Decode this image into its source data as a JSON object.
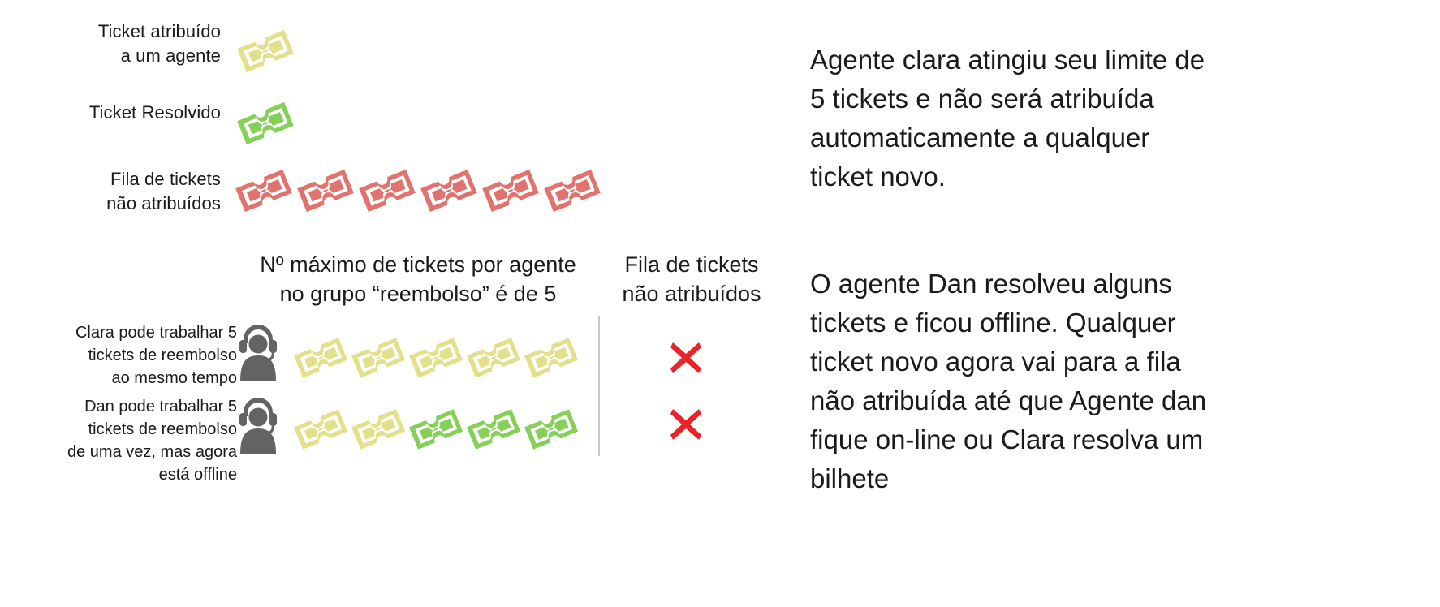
{
  "legend": {
    "items": [
      {
        "label_line1": "Ticket atribuído",
        "label_line2": "a um agente",
        "color": "#e3e08c",
        "count": 1,
        "icon": "ticket-icon"
      },
      {
        "label_line1": "Ticket Resolvido",
        "label_line2": "",
        "color": "#86d05a",
        "count": 1,
        "icon": "ticket-icon"
      },
      {
        "label_line1": "Fila de tickets",
        "label_line2": "não atribuídos",
        "color": "#e0736e",
        "count": 6,
        "icon": "ticket-icon"
      }
    ]
  },
  "headings": {
    "capacity_line1": "Nº máximo de tickets por agente",
    "capacity_line2": "no grupo “reembolso” é de 5",
    "queue_line1": "Fila de tickets",
    "queue_line2": "não atribuídos"
  },
  "agents": [
    {
      "name": "Clara",
      "label_lines": [
        "Clara pode trabalhar 5",
        "tickets de reembolso",
        "ao mesmo tempo"
      ],
      "avatar": "agent-avatar-icon",
      "tickets": [
        "#e3e08c",
        "#e3e08c",
        "#e3e08c",
        "#e3e08c",
        "#e3e08c"
      ],
      "queue_status": "✕",
      "queue_status_color": "#e8232a"
    },
    {
      "name": "Dan",
      "label_lines": [
        "Dan pode trabalhar 5",
        "tickets de reembolso",
        "de uma vez, mas agora",
        "está offline"
      ],
      "avatar": "agent-avatar-icon",
      "tickets": [
        "#e3e08c",
        "#e3e08c",
        "#86d05a",
        "#86d05a",
        "#86d05a"
      ],
      "queue_status": "✕",
      "queue_status_color": "#e8232a"
    }
  ],
  "notes": [
    {
      "text": "Agente clara atingiu seu limite de 5 tickets e não será atribuída automaticamente a qualquer ticket novo."
    },
    {
      "text": "O agente Dan resolveu alguns tickets e ficou offline. Qualquer ticket  novo agora vai para a fila não atribuída até que Agente dan fique on-line ou Clara resolva um bilhete"
    }
  ],
  "colors": {
    "ticket_yellow": "#e3e08c",
    "ticket_green": "#86d05a",
    "ticket_red": "#e0736e",
    "avatar_gray": "#636363",
    "cross_red": "#e8232a",
    "divider": "#c9c9c9",
    "text": "#1a1a1a",
    "background": "#ffffff"
  }
}
